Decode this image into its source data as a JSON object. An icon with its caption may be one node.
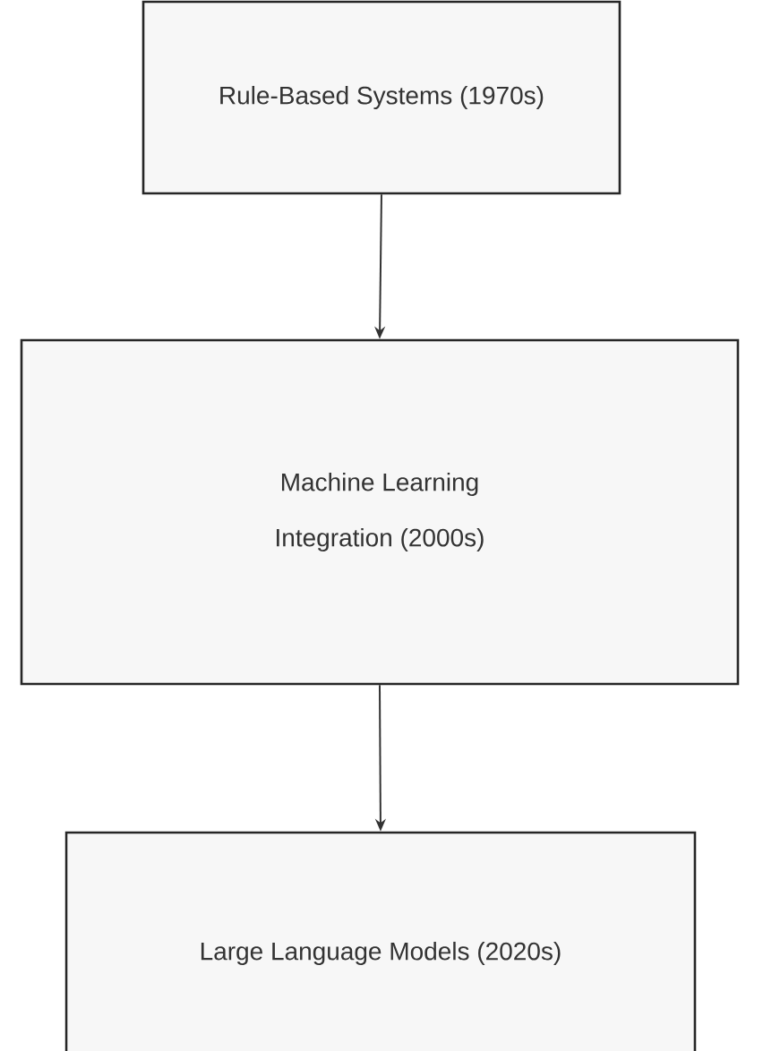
{
  "diagram": {
    "nodes": [
      {
        "text": [
          "Rule-Based Systems (1970s)"
        ]
      },
      {
        "text": [
          "Machine Learning Integration (2000s)"
        ]
      },
      {
        "text": [
          "Large Language Models (2020s)"
        ]
      }
    ],
    "edges": [
      {
        "from": 0,
        "to": 1,
        "arrow": "to"
      },
      {
        "from": 1,
        "to": 2,
        "arrow": "to"
      }
    ]
  }
}
